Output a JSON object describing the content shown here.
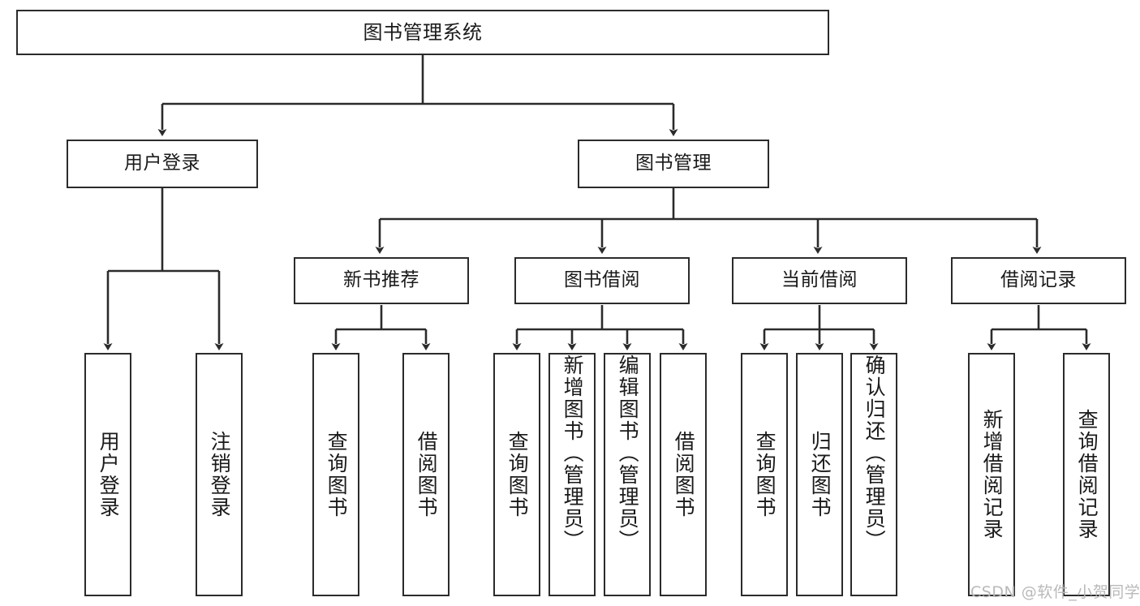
{
  "diagram": {
    "title": "图书管理系统",
    "type": "tree-hierarchy-diagram",
    "watermark": "CSDN @软件_小贺同学",
    "colors": {
      "stroke": "#2b2b2b",
      "fill": "#ffffff",
      "text": "#1a1a1a",
      "watermark": "#b9b9b9"
    },
    "nodes": {
      "root": {
        "label": "图书管理系统",
        "level": 0
      },
      "level1": [
        {
          "id": "user-login",
          "label": "用户登录"
        },
        {
          "id": "book-management",
          "label": "图书管理"
        }
      ],
      "level2": [
        {
          "id": "new-book-recommend",
          "label": "新书推荐",
          "parent": "book-management"
        },
        {
          "id": "book-borrow",
          "label": "图书借阅",
          "parent": "book-management"
        },
        {
          "id": "current-borrow",
          "label": "当前借阅",
          "parent": "book-management"
        },
        {
          "id": "borrow-record",
          "label": "借阅记录",
          "parent": "book-management"
        }
      ],
      "leaves": {
        "user-login": [
          {
            "id": "leaf-user-login",
            "label": "用户登录"
          },
          {
            "id": "leaf-logout",
            "label": "注销登录"
          }
        ],
        "new-book-recommend": [
          {
            "id": "leaf-query-book-1",
            "label": "查询图书"
          },
          {
            "id": "leaf-borrow-book-1",
            "label": "借阅图书"
          }
        ],
        "book-borrow": [
          {
            "id": "leaf-query-book-2",
            "label": "查询图书"
          },
          {
            "id": "leaf-add-book",
            "label": "新增图书（管理员）"
          },
          {
            "id": "leaf-edit-book",
            "label": "编辑图书（管理员）"
          },
          {
            "id": "leaf-borrow-book-2",
            "label": "借阅图书"
          }
        ],
        "current-borrow": [
          {
            "id": "leaf-query-book-3",
            "label": "查询图书"
          },
          {
            "id": "leaf-return-book",
            "label": "归还图书"
          },
          {
            "id": "leaf-confirm-return",
            "label": "确认归还（管理员）"
          }
        ],
        "borrow-record": [
          {
            "id": "leaf-add-record",
            "label": "新增借阅记录"
          },
          {
            "id": "leaf-query-record",
            "label": "查询借阅记录"
          }
        ]
      }
    }
  }
}
